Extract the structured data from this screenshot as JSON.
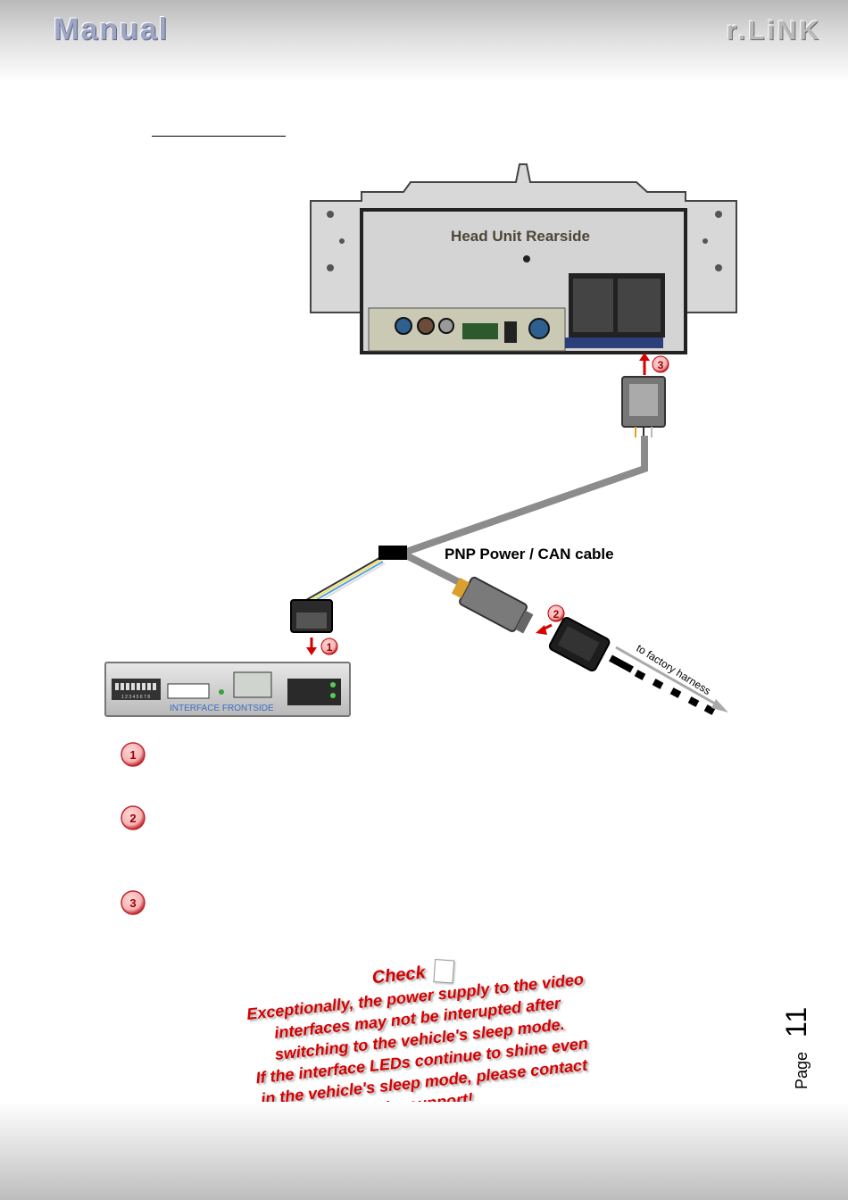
{
  "header": {
    "title": "Manual",
    "brand": "r.LiNK"
  },
  "diagram": {
    "head_unit_label": "Head Unit Rearside",
    "cable_label": "PNP Power / CAN cable",
    "factory_label": "to factory harness",
    "interface_label": "INTERFACE  FRONTSIDE",
    "dip_numbers": "1 2 3 4 5 6 7 8",
    "markers": [
      "1",
      "2",
      "3"
    ]
  },
  "steps": [
    {
      "number": "1",
      "text": ""
    },
    {
      "number": "2",
      "text": ""
    },
    {
      "number": "3",
      "text": ""
    }
  ],
  "check": {
    "title": "Check",
    "lines": [
      "Exceptionally, the power supply to the video",
      "interfaces may not be interupted after",
      "switching to the vehicle's sleep mode.",
      "If the interface LEDs continue to shine even",
      "in the vehicle's sleep mode, please contact",
      "the support!"
    ]
  },
  "footer": {
    "page_word": "Page",
    "page_number": "11"
  },
  "colors": {
    "accent_red": "#d60000",
    "cable_gray": "#8c8c8c",
    "marker_red": "#c0262d"
  }
}
